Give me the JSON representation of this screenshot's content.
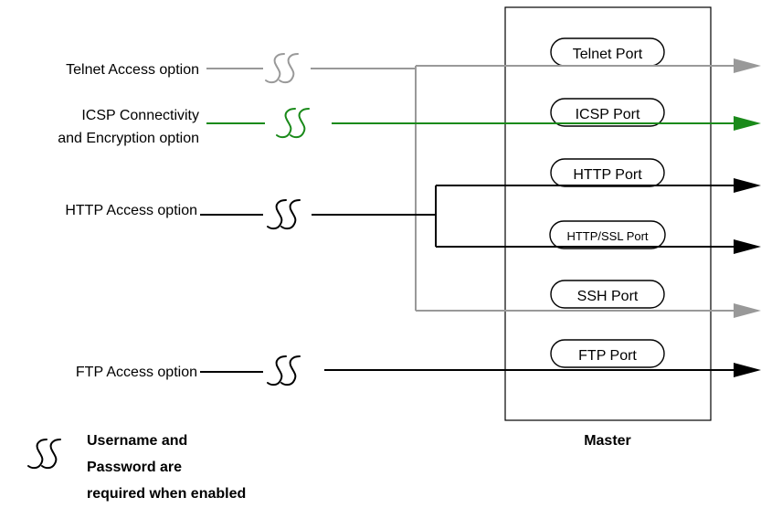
{
  "options": [
    {
      "id": "telnet",
      "label_lines": [
        "Telnet Access option"
      ],
      "color": "#999999"
    },
    {
      "id": "icsp",
      "label_lines": [
        "ICSP Connectivity",
        "and Encryption option"
      ],
      "color": "#1a8a1a"
    },
    {
      "id": "http",
      "label_lines": [
        "HTTP Access option"
      ],
      "color": "#000000"
    },
    {
      "id": "ftp",
      "label_lines": [
        "FTP Access option"
      ],
      "color": "#000000"
    }
  ],
  "ports": [
    {
      "id": "telnet",
      "label": "Telnet Port",
      "color": "#999999"
    },
    {
      "id": "icsp",
      "label": "ICSP Port",
      "color": "#1a8a1a"
    },
    {
      "id": "http",
      "label": "HTTP Port",
      "color": "#000000"
    },
    {
      "id": "https",
      "label": "HTTP/SSL Port",
      "color": "#000000"
    },
    {
      "id": "ssh",
      "label": "SSH Port",
      "color": "#999999"
    },
    {
      "id": "ftp",
      "label": "FTP Port",
      "color": "#000000"
    }
  ],
  "master_label": "Master",
  "legend": {
    "symbol": "SS",
    "text_lines": [
      "Username and",
      "Password are",
      "required when enabled"
    ]
  }
}
